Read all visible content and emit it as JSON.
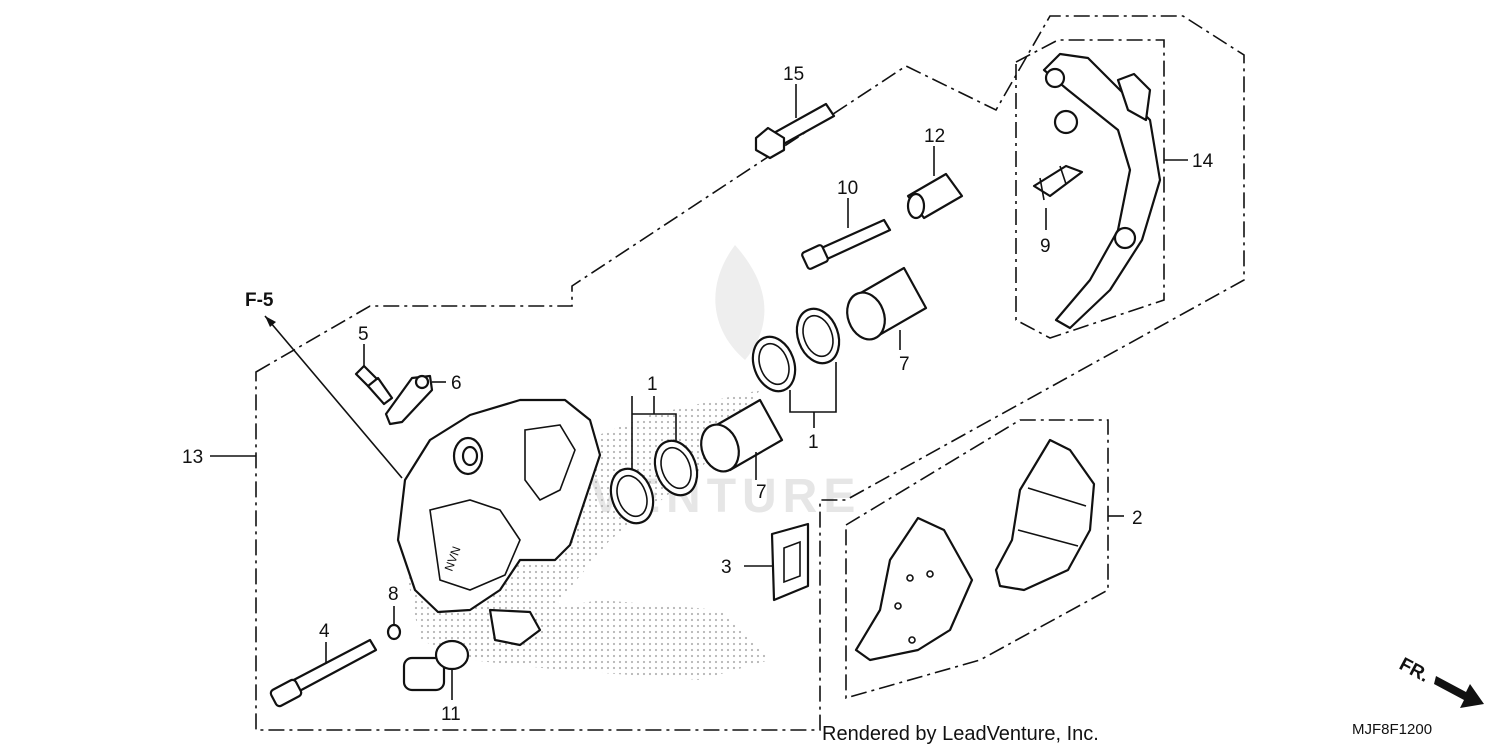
{
  "watermark": "VENTURE",
  "direction_marks": {
    "f5": "F-5",
    "front": "FR."
  },
  "callouts": [
    "1",
    "1",
    "2",
    "3",
    "4",
    "5",
    "6",
    "7",
    "7",
    "8",
    "9",
    "10",
    "11",
    "12",
    "13",
    "14",
    "15"
  ],
  "footer": {
    "credit": "Rendered by LeadVenture, Inc.",
    "diagram_code": "MJF8F1200"
  }
}
